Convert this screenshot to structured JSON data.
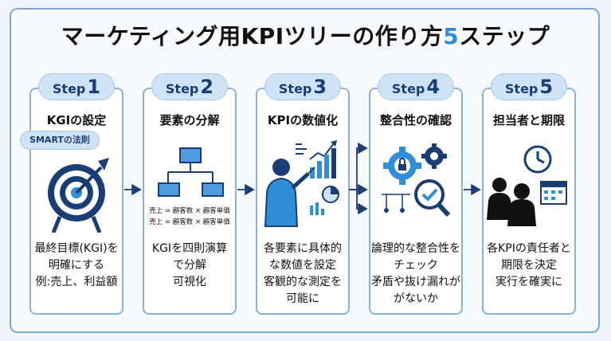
{
  "title": {
    "main": "マーケティング用KPIツリーの作り方",
    "number": "5",
    "suffix": "ステップ"
  },
  "steps": [
    {
      "step_word": "Step",
      "step_num": "1",
      "heading": "KGIの設定",
      "desc": [
        "最終目標(KGI)を",
        "明確にする",
        "例:売上、利益額"
      ],
      "tag": "SMARTの法則"
    },
    {
      "step_word": "Step",
      "step_num": "2",
      "heading": "要素の分解",
      "desc": [
        "KGIを四則演算",
        "で分解",
        "可視化"
      ],
      "formulas": [
        "売上 = 顧客数 × 顧客単価",
        "売上 = 顧客数 × 顧客単価"
      ]
    },
    {
      "step_word": "Step",
      "step_num": "3",
      "heading": "KPIの数値化",
      "desc": [
        "各要素に具体的",
        "な数値を設定",
        "客観的な測定を",
        "可能に"
      ]
    },
    {
      "step_word": "Step",
      "step_num": "4",
      "heading": "整合性の確認",
      "desc": [
        "論理的な整合性を",
        "チェック",
        "矛盾や抜け漏れが",
        "がないか"
      ]
    },
    {
      "step_word": "Step",
      "step_num": "5",
      "heading": "担当者と期限",
      "desc": [
        "各KPIの責任者と",
        "期限を決定",
        "実行を確実に"
      ]
    }
  ],
  "icons": [
    "target-icon",
    "tree-diagram-icon",
    "analyst-chart-icon",
    "gear-check-icon",
    "team-clock-calendar-icon"
  ],
  "colors": {
    "accent": "#2f8ed6",
    "navy": "#1a3d73",
    "border": "#8bb2d6",
    "badge": "#cfe3f6"
  }
}
